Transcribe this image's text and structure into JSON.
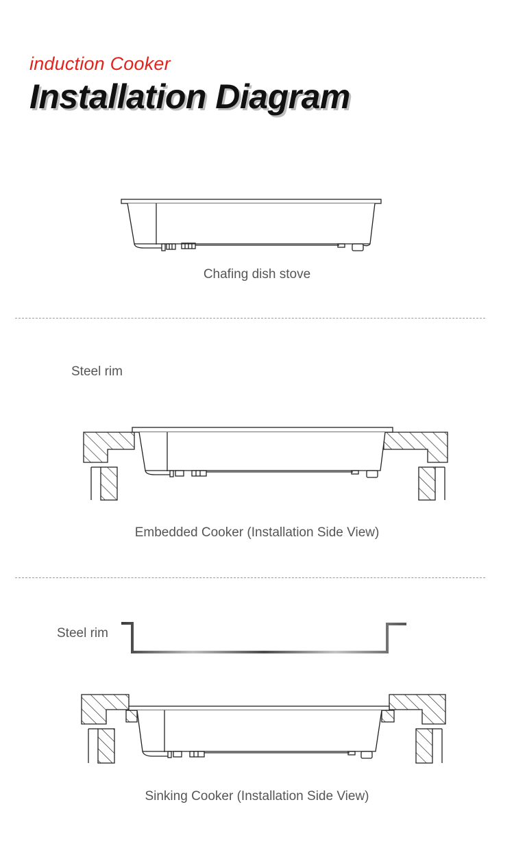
{
  "header": {
    "subtitle": "induction Cooker",
    "title": "Installation Diagram"
  },
  "sections": [
    {
      "caption": "Chafing dish stove"
    },
    {
      "label": "Steel rim",
      "caption": "Embedded Cooker (Installation Side View)"
    },
    {
      "label": "Steel rim",
      "caption": "Sinking Cooker (Installation Side View)"
    }
  ],
  "colors": {
    "accent": "#e2231a",
    "line": "#222222",
    "caption": "#555555"
  }
}
